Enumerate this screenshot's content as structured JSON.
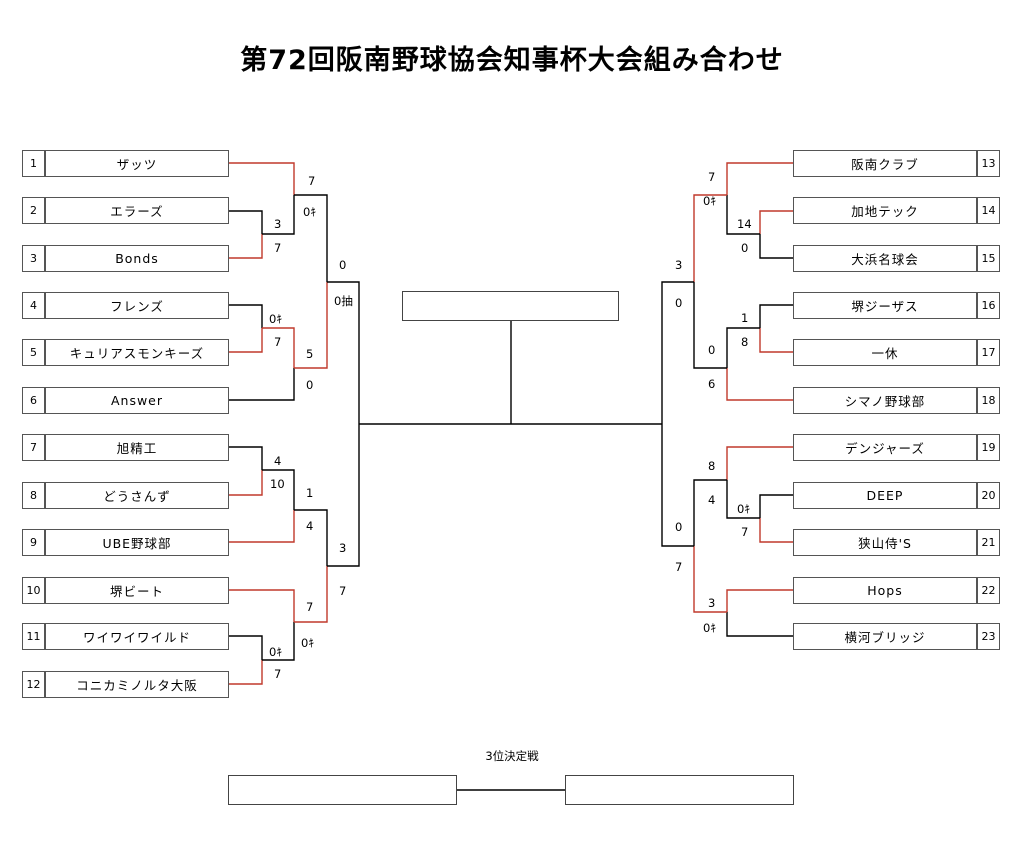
{
  "title": "第72回阪南野球協会知事杯大会組み合わせ",
  "left_teams": [
    {
      "num": "1",
      "name": "ザッツ"
    },
    {
      "num": "2",
      "name": "エラーズ"
    },
    {
      "num": "3",
      "name": "Bonds"
    },
    {
      "num": "4",
      "name": "フレンズ"
    },
    {
      "num": "5",
      "name": "キュリアスモンキーズ"
    },
    {
      "num": "6",
      "name": "Answer"
    },
    {
      "num": "7",
      "name": "旭精工"
    },
    {
      "num": "8",
      "name": "どうさんず"
    },
    {
      "num": "9",
      "name": "UBE野球部"
    },
    {
      "num": "10",
      "name": "堺ビート"
    },
    {
      "num": "11",
      "name": "ワイワイワイルド"
    },
    {
      "num": "12",
      "name": "コニカミノルタ大阪"
    }
  ],
  "right_teams": [
    {
      "num": "13",
      "name": "阪南クラブ"
    },
    {
      "num": "14",
      "name": "加地テック"
    },
    {
      "num": "15",
      "name": "大浜名球会"
    },
    {
      "num": "16",
      "name": "堺ジーザス"
    },
    {
      "num": "17",
      "name": "一休"
    },
    {
      "num": "18",
      "name": "シマノ野球部"
    },
    {
      "num": "19",
      "name": "デンジャーズ"
    },
    {
      "num": "20",
      "name": "DEEP"
    },
    {
      "num": "21",
      "name": "狭山侍'S"
    },
    {
      "num": "22",
      "name": "Hops"
    },
    {
      "num": "23",
      "name": "横河ブリッジ"
    }
  ],
  "scores": {
    "l1": "7",
    "l2": "0ｷ",
    "l3": "3",
    "l4": "7",
    "l5": "0",
    "l6": "0抽",
    "l7": "0ｷ",
    "l8": "7",
    "l9": "5",
    "l10": "0",
    "l11": "4",
    "l12": "10",
    "l13": "1",
    "l14": "4",
    "l15": "3",
    "l16": "7",
    "l17": "7",
    "l18": "0ｷ",
    "l19": "0ｷ",
    "l20": "7",
    "r1": "7",
    "r2": "0ｷ",
    "r3": "14",
    "r4": "0",
    "r5": "3",
    "r6": "0",
    "r7": "1",
    "r8": "8",
    "r9": "0",
    "r10": "6",
    "r11": "8",
    "r12": "4",
    "r13": "0ｷ",
    "r14": "7",
    "r15": "0",
    "r16": "7",
    "r17": "3",
    "r18": "0ｷ"
  },
  "third_place_label": "3位決定戦",
  "colors": {
    "winner_line": "#c0392b",
    "line": "#000000"
  }
}
